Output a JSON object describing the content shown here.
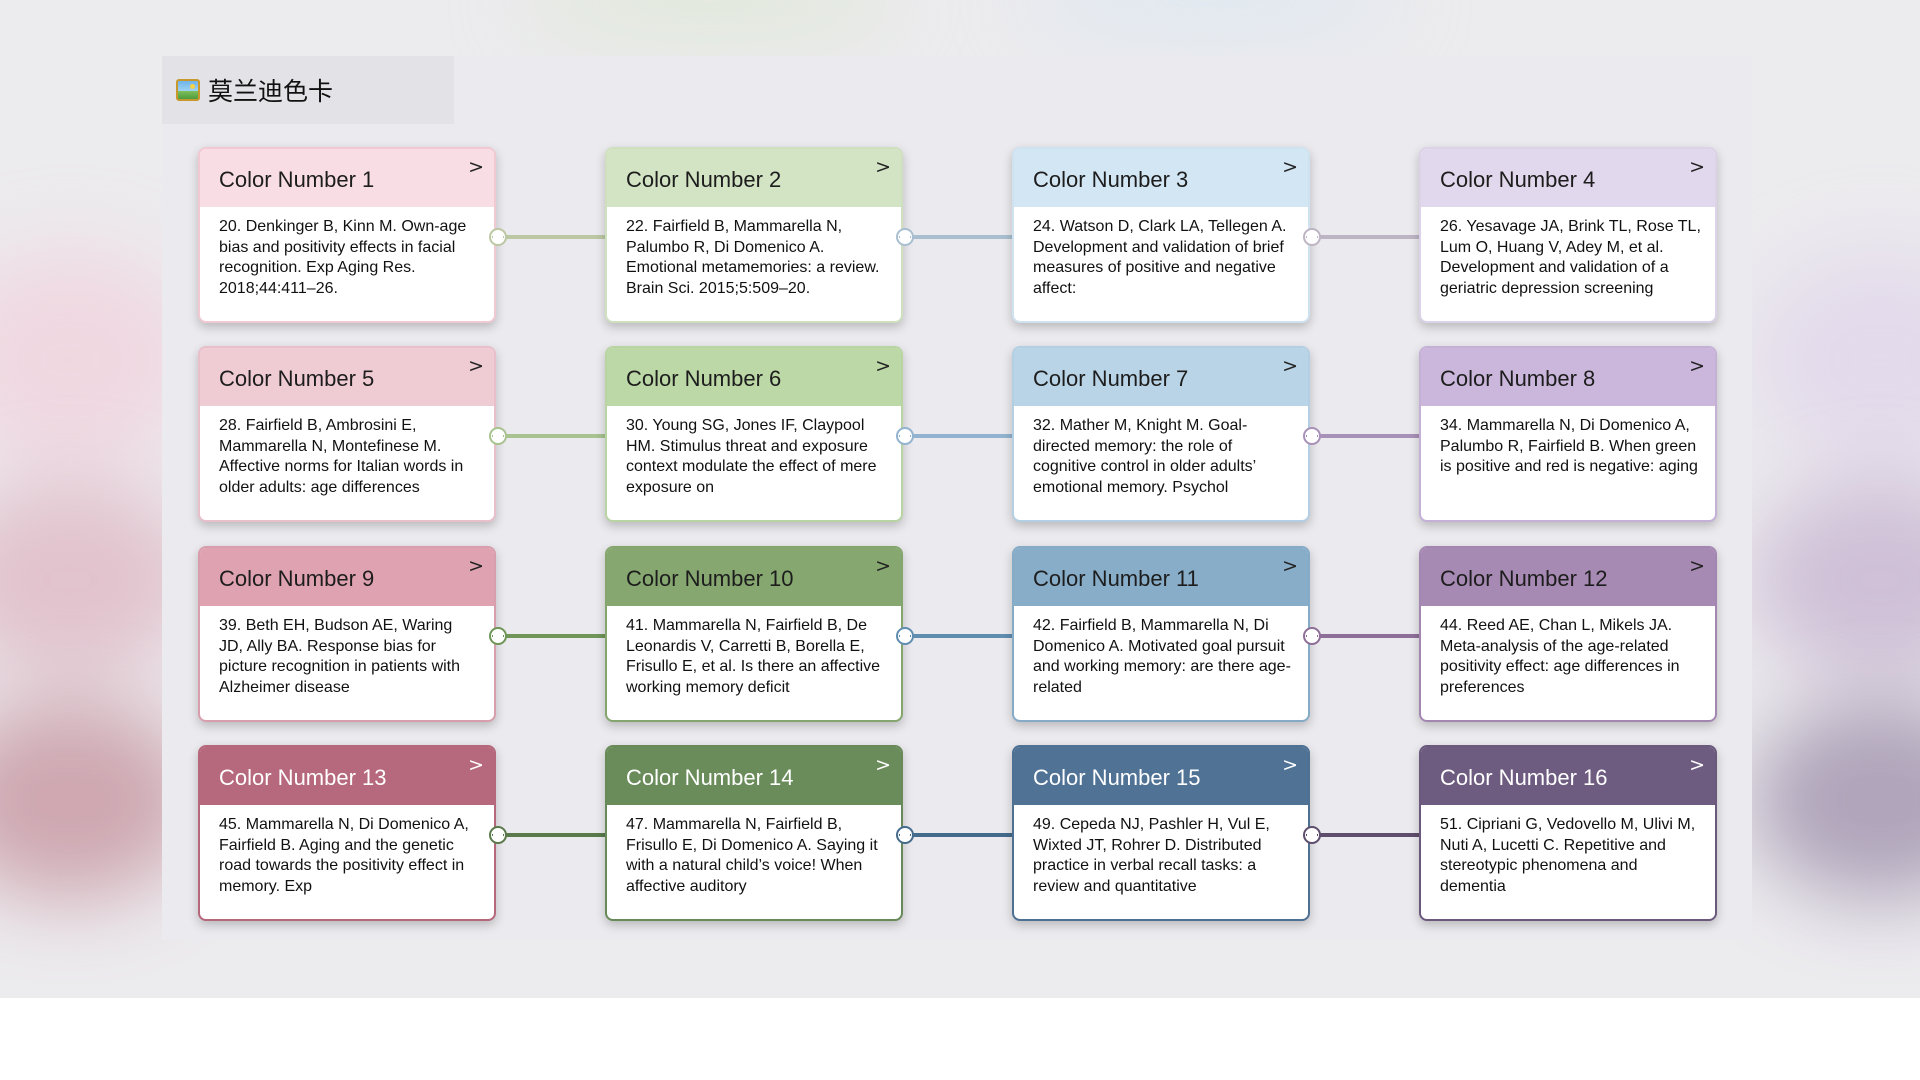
{
  "header": {
    "icon": "framed-picture-icon",
    "title": "莫兰迪色卡"
  },
  "chevron": ">",
  "cards": [
    {
      "title": "Color Number 1",
      "head": "#f8dee4",
      "border": "#f1c9d2",
      "line": "#bcc8a4",
      "light": false,
      "text": "20. Denkinger B, Kinn M. Own-age bias and positivity effects in facial recognition. Exp Aging Res. 2018;44:411–26."
    },
    {
      "title": "Color Number 2",
      "head": "#d3e4c4",
      "border": "#cfe0c0",
      "line": "#a9bfcf",
      "light": false,
      "text": "22. Fairfield B, Mammarella N, Palumbo R, Di Domenico A. Emotional metamemories: a review. Brain Sci. 2015;5:509–20."
    },
    {
      "title": "Color Number 3",
      "head": "#d2e6f4",
      "border": "#cfe2ef",
      "line": "#bdb5c4",
      "light": false,
      "text": "24. Watson D, Clark LA, Tellegen A. Development and validation of brief measures of positive and negative affect:"
    },
    {
      "title": "Color Number 4",
      "head": "#e2d8ed",
      "border": "#ddd3e8",
      "line": "",
      "light": false,
      "text": "26. Yesavage JA, Brink TL, Rose TL, Lum O, Huang V, Adey M, et al. Development and validation of a geriatric depression screening"
    },
    {
      "title": "Color Number 5",
      "head": "#efcbd4",
      "border": "#e8bfca",
      "line": "#a8c290",
      "light": false,
      "text": "28. Fairfield B, Ambrosini E, Mammarella N, Montefinese M. Affective norms for Italian words in older adults: age differences"
    },
    {
      "title": "Color Number 6",
      "head": "#bcd8a6",
      "border": "#b8d4a3",
      "line": "#92b3cf",
      "light": false,
      "text": "30. Young SG, Jones IF, Claypool HM. Stimulus threat and exposure context modulate the effect of mere exposure on"
    },
    {
      "title": "Color Number 7",
      "head": "#b9d4e7",
      "border": "#b3cfe3",
      "line": "#a891b8",
      "light": false,
      "text": "32. Mather M, Knight M. Goal-directed memory: the role of cognitive control in older adults’ emotional memory. Psychol"
    },
    {
      "title": "Color Number 8",
      "head": "#cbb7dc",
      "border": "#c5b0d6",
      "line": "",
      "light": false,
      "text": "34. Mammarella N, Di Domenico A, Palumbo R, Fairfield B. When green is positive and red is negative: aging"
    },
    {
      "title": "Color Number 9",
      "head": "#dfa2b1",
      "border": "#d99ead",
      "line": "#6f9559",
      "light": false,
      "text": "39. Beth EH, Budson AE, Waring JD, Ally BA. Response bias for picture recognition in patients with Alzheimer disease"
    },
    {
      "title": "Color Number 10",
      "head": "#86a870",
      "border": "#84a66e",
      "line": "#5f8daf",
      "light": false,
      "text": "41. Mammarella N, Fairfield B, De Leonardis V, Carretti B, Borella E, Frisullo E, et al. Is there an affective working memory deficit"
    },
    {
      "title": "Color Number 11",
      "head": "#88adc9",
      "border": "#86abc7",
      "line": "#8e6f98",
      "light": false,
      "text": "42. Fairfield B, Mammarella N, Di Domenico A. Motivated goal pursuit and working memory: are there age-related"
    },
    {
      "title": "Color Number 12",
      "head": "#a78ab3",
      "border": "#a487b0",
      "line": "",
      "light": false,
      "text": "44. Reed AE, Chan L, Mikels JA. Meta-analysis of the age-related positivity effect: age differences in preferences"
    },
    {
      "title": "Color Number 13",
      "head": "#b6687c",
      "border": "#b5677b",
      "line": "#5a7a4c",
      "light": true,
      "text": "45. Mammarella N, Di Domenico A, Fairfield B. Aging and the genetic road towards the positivity effect in memory. Exp"
    },
    {
      "title": "Color Number 14",
      "head": "#6a8c5a",
      "border": "#688a58",
      "line": "#456b8c",
      "light": true,
      "text": "47. Mammarella N, Fairfield B, Frisullo E, Di Domenico A. Saying it with a natural child’s voice! When affective auditory"
    },
    {
      "title": "Color Number 15",
      "head": "#4f7295",
      "border": "#4d7093",
      "line": "#5e4d6c",
      "light": true,
      "text": "49. Cepeda NJ, Pashler H, Vul E, Wixted JT, Rohrer D. Distributed practice in verbal recall tasks: a review and quantitative"
    },
    {
      "title": "Color Number 16",
      "head": "#6e5c80",
      "border": "#6b597d",
      "line": "",
      "light": true,
      "text": "51. Cipriani G, Vedovello M, Ulivi M, Nuti A, Lucetti C. Repetitive and stereotypic phenomena and dementia"
    }
  ]
}
